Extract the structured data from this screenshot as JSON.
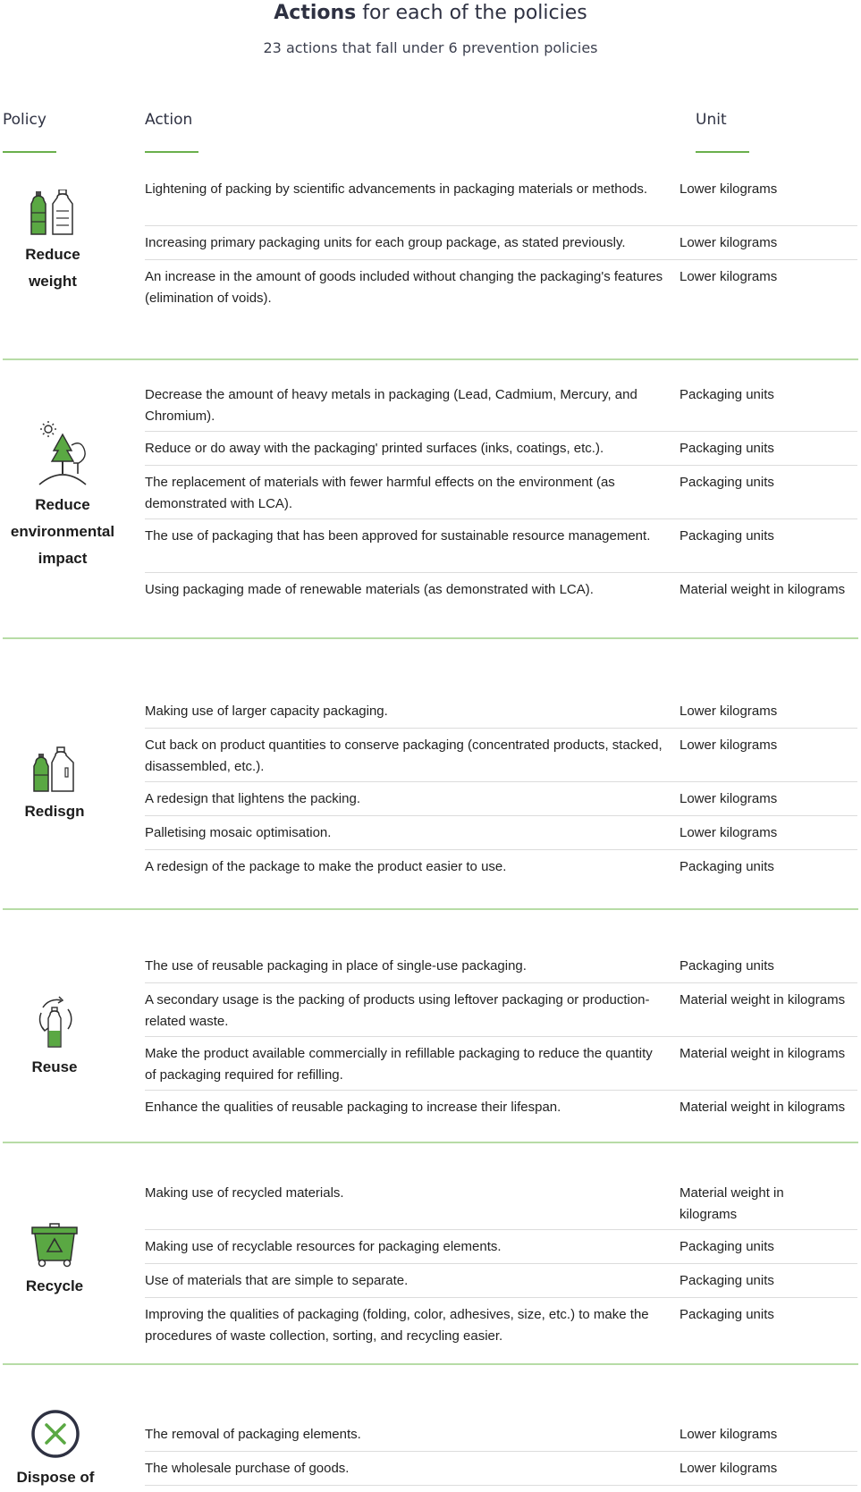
{
  "header": {
    "title_bold": "Actions",
    "title_rest": " for each of the policies",
    "subtitle": "23 actions that fall under 6 prevention policies"
  },
  "columns": {
    "policy": "Policy",
    "action": "Action",
    "unit": "Unit"
  },
  "colors": {
    "accent_green": "#6ab04c",
    "separator_green": "#b7dca6",
    "heading": "#2e3142"
  },
  "groups": [
    {
      "policy_line1": "Reduce",
      "policy_line2": "weight",
      "policy_line3": "",
      "icon": "bottles-icon",
      "rows": [
        {
          "action": "Lightening of packing by scientific advancements in packaging materials or methods.",
          "unit": "Lower kilograms"
        },
        {
          "action": "Increasing primary packaging units for each group package, as stated previously.",
          "unit": "Lower kilograms"
        },
        {
          "action": "An increase in the amount of goods included without changing the packaging's features (elimination of voids).",
          "unit": "Lower kilograms"
        }
      ]
    },
    {
      "policy_line1": "Reduce",
      "policy_line2": "environmental",
      "policy_line3": "impact",
      "icon": "tree-sun-icon",
      "rows": [
        {
          "action": "Decrease the amount of heavy metals in packaging (Lead, Cadmium, Mercury, and Chromium).",
          "unit": "Packaging units"
        },
        {
          "action": "Reduce or do away with the packaging' printed surfaces (inks, coatings, etc.).",
          "unit": "Packaging units"
        },
        {
          "action": "The replacement of materials with fewer harmful effects on the environment (as demonstrated with LCA).",
          "unit": "Packaging units"
        },
        {
          "action": " The use of packaging that has been approved for sustainable resource management.",
          "unit": "Packaging units"
        },
        {
          "action": "Using packaging made of renewable materials (as demonstrated with LCA).",
          "unit": "Material weight in kilograms"
        }
      ]
    },
    {
      "policy_line1": "Redisgn",
      "policy_line2": "",
      "policy_line3": "",
      "icon": "redesign-bottles-icon",
      "rows": [
        {
          "action": "Making use of larger capacity packaging.",
          "unit": "Lower kilograms"
        },
        {
          "action": "Cut back on product quantities to conserve packaging (concentrated products, stacked, disassembled, etc.).",
          "unit": "Lower kilograms"
        },
        {
          "action": "A redesign that lightens the packing.",
          "unit": "Lower kilograms"
        },
        {
          "action": "Palletising mosaic optimisation.",
          "unit": "Lower kilograms"
        },
        {
          "action": "A redesign of the package to make the product easier to use.",
          "unit": "Packaging units"
        }
      ]
    },
    {
      "policy_line1": "Reuse",
      "policy_line2": "",
      "policy_line3": "",
      "icon": "reuse-bottle-icon",
      "rows": [
        {
          "action": "The use of reusable packaging in place of single-use packaging.",
          "unit": "Packaging units"
        },
        {
          "action": "A secondary usage is the packing of products using leftover packaging or production-related waste.",
          "unit": "Material weight in kilograms"
        },
        {
          "action": "Make the product available commercially in refillable packaging to reduce the quantity of packaging required for refilling.",
          "unit": "Material weight in kilograms"
        },
        {
          "action": "Enhance the qualities of reusable packaging to increase their lifespan.",
          "unit": "Material weight in kilograms"
        }
      ]
    },
    {
      "policy_line1": "Recycle",
      "policy_line2": "",
      "policy_line3": "",
      "icon": "recycle-bin-icon",
      "rows": [
        {
          "action": "Making use of recycled materials.",
          "unit": "Material weight in kilograms"
        },
        {
          "action": "Making use of recyclable resources for packaging elements.",
          "unit": "Packaging units"
        },
        {
          "action": "Use of materials that are simple to separate.",
          "unit": "Packaging units"
        },
        {
          "action": "Improving the qualities of packaging (folding, color, adhesives, size, etc.) to make the procedures of waste collection, sorting, and recycling easier.",
          "unit": "Packaging units"
        }
      ]
    },
    {
      "policy_line1": "Dispose of",
      "policy_line2": "",
      "policy_line3": "",
      "icon": "dispose-x-icon",
      "rows": [
        {
          "action": "The removal of packaging elements.",
          "unit": "Lower kilograms"
        },
        {
          "action": "The wholesale purchase of goods.",
          "unit": "Lower kilograms"
        }
      ]
    }
  ]
}
